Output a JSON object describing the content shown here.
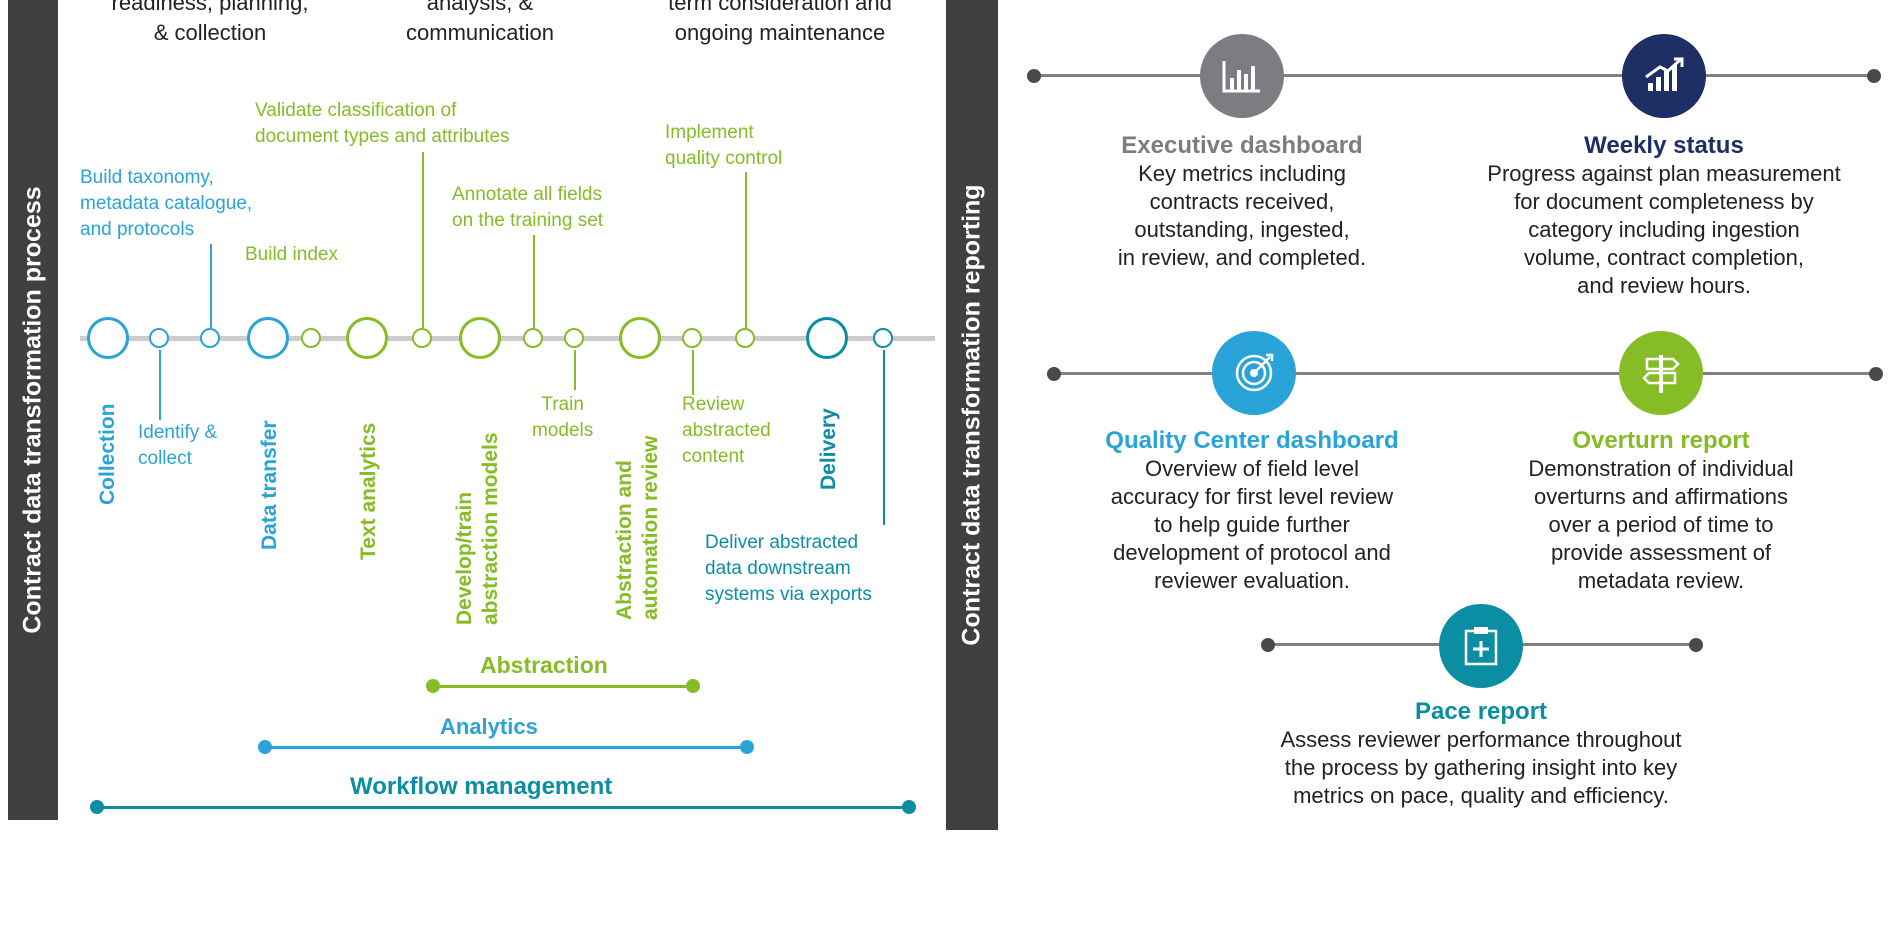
{
  "left": {
    "sidebar_label": "Contract data transformation process",
    "header": [
      {
        "lines": [
          "readiness, planning,",
          "& collection"
        ]
      },
      {
        "lines": [
          "analysis, &",
          "communication"
        ]
      },
      {
        "lines": [
          "term consideration and",
          "ongoing maintenance"
        ]
      }
    ],
    "above_notes": {
      "taxonomy": [
        "Build taxonomy,",
        "metadata catalogue,",
        "and protocols"
      ],
      "index": "Build index",
      "validate": [
        "Validate classification of",
        "document types and attributes"
      ],
      "annotate": [
        "Annotate all fields",
        "on the training set"
      ],
      "quality": [
        "Implement",
        "quality control"
      ]
    },
    "steps": {
      "collection": "Collection",
      "identify": [
        "Identify &",
        "collect"
      ],
      "data_transfer": "Data transfer",
      "text_analytics": "Text analytics",
      "develop": [
        "Develop/train",
        "abstraction models"
      ],
      "train": [
        "Train",
        "models"
      ],
      "abstraction_review": [
        "Abstraction and",
        "automation review"
      ],
      "review": [
        "Review",
        "abstracted",
        "content"
      ],
      "delivery": "Delivery",
      "deliver_note": [
        "Deliver abstracted",
        "data downstream",
        "systems via exports"
      ]
    },
    "phases": {
      "abstraction": "Abstraction",
      "analytics": "Analytics",
      "workflow": "Workflow management"
    }
  },
  "right": {
    "sidebar_label": "Contract data transformation reporting",
    "reports": {
      "executive": {
        "title": "Executive dashboard",
        "icon": "bar-chart-icon",
        "lines": [
          "Key metrics including",
          "contracts received,",
          "outstanding, ingested,",
          "in review, and completed."
        ]
      },
      "weekly": {
        "title": "Weekly status",
        "icon": "growth-chart-icon",
        "lines": [
          "Progress against plan measurement",
          "for document completeness by",
          "category including ingestion",
          "volume, contract completion,",
          "and review hours."
        ]
      },
      "quality": {
        "title": "Quality Center dashboard",
        "icon": "target-icon",
        "lines": [
          "Overview of field level",
          "accuracy for first level review",
          "to help guide further",
          "development of protocol and",
          "reviewer evaluation."
        ]
      },
      "overturn": {
        "title": "Overturn report",
        "icon": "signpost-icon",
        "lines": [
          "Demonstration of individual",
          "overturns and affirmations",
          "over a period of time to",
          "provide assessment of",
          "metadata review."
        ]
      },
      "pace": {
        "title": "Pace report",
        "icon": "clipboard-plus-icon",
        "lines": [
          "Assess reviewer performance throughout",
          "the process by gathering insight into key",
          "metrics on pace, quality and efficiency."
        ]
      }
    }
  },
  "colors": {
    "green": "#86bc25",
    "blue": "#2aa3d8",
    "teal": "#0b8ea4",
    "navy": "#1e2f66",
    "gray_icon": "#7b7d80",
    "sidebar": "#3f4042"
  }
}
